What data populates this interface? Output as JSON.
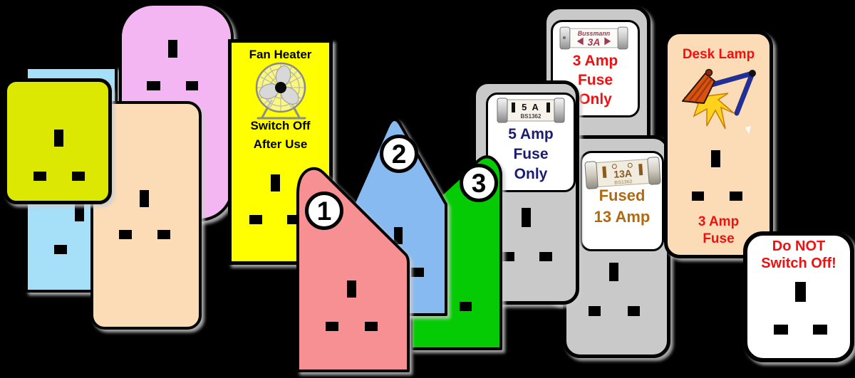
{
  "colors": {
    "background": "#000000",
    "chartreuse": "#dce802",
    "sky_blue": "#a5dff8",
    "pink": "#f4b6f3",
    "peach": "#fbdcb6",
    "yellow": "#ffff00",
    "salmon": "#f69093",
    "plug_blue": "#87baf0",
    "plug_green": "#04cb04",
    "gray_card": "#c9c9c9",
    "navy_text": "#1c1c72",
    "red_text": "#ee1111",
    "brown_text": "#b26a12",
    "maroon_fuse": "#a03a50",
    "pin_black": "#000000"
  },
  "fan_heater_card": {
    "title": "Fan Heater",
    "line1": "Switch Off",
    "line2": "After Use"
  },
  "numbered_plugs": [
    {
      "number": "1"
    },
    {
      "number": "2"
    },
    {
      "number": "3"
    }
  ],
  "fuse_cards": {
    "five_amp": {
      "fuse_rating": "5 A",
      "fuse_standard": "BS1362",
      "lines": [
        "5 Amp",
        "Fuse",
        "Only"
      ]
    },
    "three_amp": {
      "fuse_brand": "Bussmann",
      "fuse_rating": "3A",
      "lines": [
        "3 Amp",
        "Fuse",
        "Only"
      ]
    },
    "thirteen_amp": {
      "fuse_rating": "13A",
      "fuse_standard": "BS1362",
      "lines": [
        "Fused",
        "13 Amp"
      ]
    }
  },
  "desk_lamp_card": {
    "title": "Desk Lamp",
    "lines": [
      "3 Amp",
      "Fuse"
    ]
  },
  "warning_card": {
    "lines": [
      "Do NOT",
      "Switch Off!"
    ]
  }
}
